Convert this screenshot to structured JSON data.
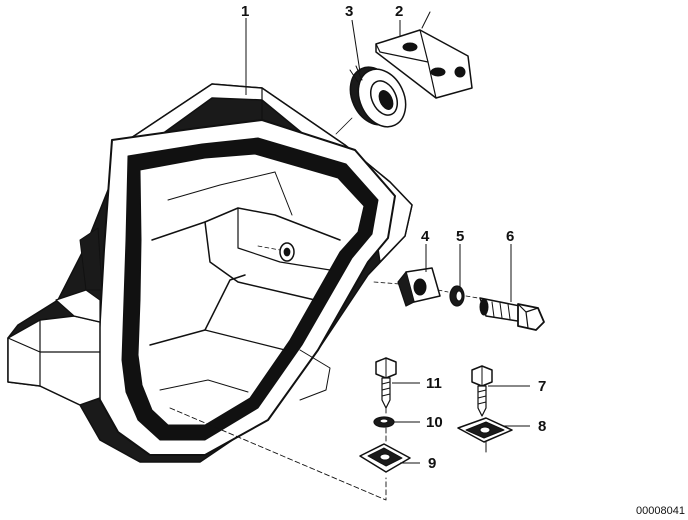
{
  "diagram": {
    "callouts": [
      {
        "id": "1",
        "part": "cover"
      },
      {
        "id": "2",
        "part": "bracket"
      },
      {
        "id": "3",
        "part": "grommet"
      },
      {
        "id": "4",
        "part": "clip-nut"
      },
      {
        "id": "5",
        "part": "washer"
      },
      {
        "id": "6",
        "part": "hex-bolt"
      },
      {
        "id": "7",
        "part": "screw"
      },
      {
        "id": "8",
        "part": "speed-nut"
      },
      {
        "id": "9",
        "part": "speed-nut"
      },
      {
        "id": "10",
        "part": "washer"
      },
      {
        "id": "11",
        "part": "screw"
      }
    ],
    "drawing_number": "00008041"
  }
}
